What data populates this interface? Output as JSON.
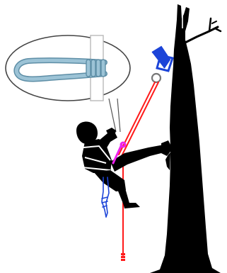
{
  "diagram": {
    "kind": "tree-climbing illustration",
    "components": {
      "climber": "silhouette-climber",
      "tree": "tree-trunk-silhouette",
      "callout": "knot-detail-callout",
      "lanyard": "blue-flip-line",
      "climbing_line": "red-climbing-rope",
      "anchor": "blue-carabiner-anchor",
      "pulley": "grey-ring-pulley",
      "harness_link": "magenta-connector"
    }
  },
  "colors": {
    "rope_red": "#ff1a1a",
    "lanyard_blue": "#1c44d8",
    "knot_light_blue": "#9cc3d6",
    "knot_outline": "#5e8ea6",
    "connector_magenta": "#ee22ee",
    "silhouette": "#000000",
    "callout_outline": "#444444",
    "callout_fill": "#ffffff",
    "pole_grey": "#b9b9b9"
  }
}
